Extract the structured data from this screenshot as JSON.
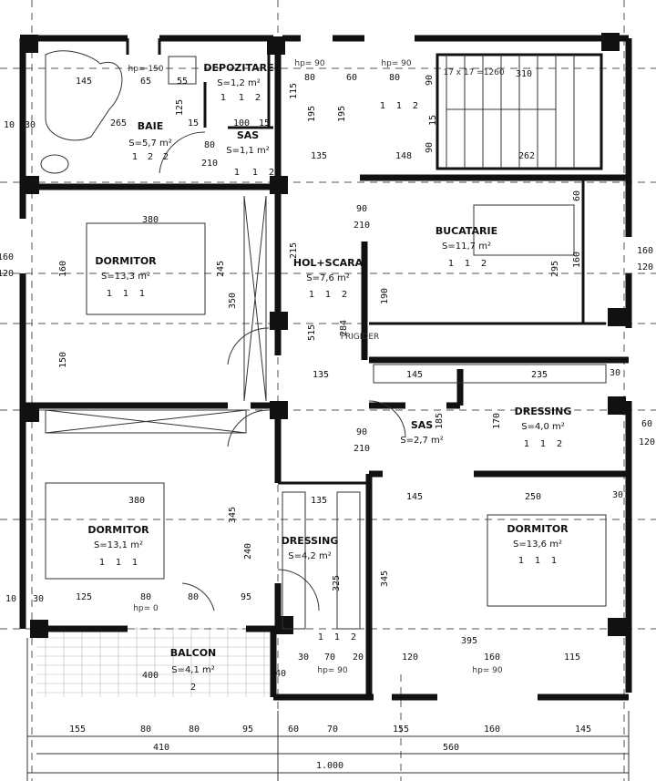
{
  "rooms": {
    "baie": {
      "name": "BAIE",
      "area": "S=5,7 m²",
      "codes": [
        "1",
        "2",
        "2"
      ]
    },
    "depozitare": {
      "name": "DEPOZITARE",
      "area": "S=1,2 m²",
      "codes": [
        "1",
        "1",
        "2"
      ]
    },
    "sas1": {
      "name": "SAS",
      "area": "S=1,1 m²",
      "codes": [
        "1",
        "1",
        "2"
      ]
    },
    "hol_scara": {
      "name": "HOL+SCARA",
      "area": "S=7,6 m²",
      "codes": [
        "1",
        "1",
        "2"
      ]
    },
    "bucatarie": {
      "name": "BUCATARIE",
      "area": "S=11,7 m²",
      "codes": [
        "1",
        "1",
        "2"
      ]
    },
    "dormitor1": {
      "name": "DORMITOR",
      "area": "S=13,3 m²",
      "codes": [
        "1",
        "1",
        "1"
      ]
    },
    "sas2": {
      "name": "SAS",
      "area": "S=2,7 m²"
    },
    "dressing1": {
      "name": "DRESSING",
      "area": "S=4,0 m²",
      "codes": [
        "1",
        "1",
        "2"
      ]
    },
    "dormitor2": {
      "name": "DORMITOR",
      "area": "S=13,1 m²",
      "codes": [
        "1",
        "1",
        "1"
      ]
    },
    "dressing2": {
      "name": "DRESSING",
      "area": "S=4,2 m²",
      "codes": [
        "1",
        "1",
        "2"
      ]
    },
    "dormitor3": {
      "name": "DORMITOR",
      "area": "S=13,6 m²",
      "codes": [
        "1",
        "1",
        "1"
      ]
    },
    "balcon": {
      "name": "BALCON",
      "area": "S=4,1 m²",
      "codes": [
        "2"
      ]
    }
  },
  "labels": {
    "frigider": "FRIGIDER",
    "stairs": "17 x 17 =1260",
    "hp150": "hp= 150",
    "hp90": "hp= 90",
    "hp0": "hp= 0"
  },
  "dims": {
    "top": [
      "65",
      "55",
      "145",
      "265",
      "15",
      "100",
      "15",
      "80",
      "60",
      "80",
      "310",
      "262",
      "148",
      "135",
      "195",
      "195",
      "125",
      "115",
      "80",
      "210",
      "90",
      "15",
      "90"
    ],
    "mid": [
      "380",
      "160",
      "350",
      "245",
      "150",
      "215",
      "515",
      "284",
      "190",
      "135",
      "145",
      "235",
      "30",
      "185",
      "170",
      "90",
      "210",
      "90",
      "210",
      "295",
      "160",
      "60"
    ],
    "low": [
      "380",
      "345",
      "240",
      "135",
      "325",
      "345",
      "145",
      "250",
      "30",
      "125",
      "80",
      "80",
      "95",
      "400",
      "40",
      "30",
      "70",
      "20",
      "395",
      "120",
      "160",
      "115"
    ],
    "bottom_row1": [
      "155",
      "80",
      "80",
      "95",
      "60",
      "70",
      "155",
      "160",
      "145"
    ],
    "bottom_row2": [
      "410",
      "560"
    ],
    "bottom_row3": [
      "1.000"
    ],
    "side": [
      "10",
      "30",
      "10",
      "30",
      "160",
      "120",
      "160",
      "120",
      "60",
      "120"
    ]
  }
}
